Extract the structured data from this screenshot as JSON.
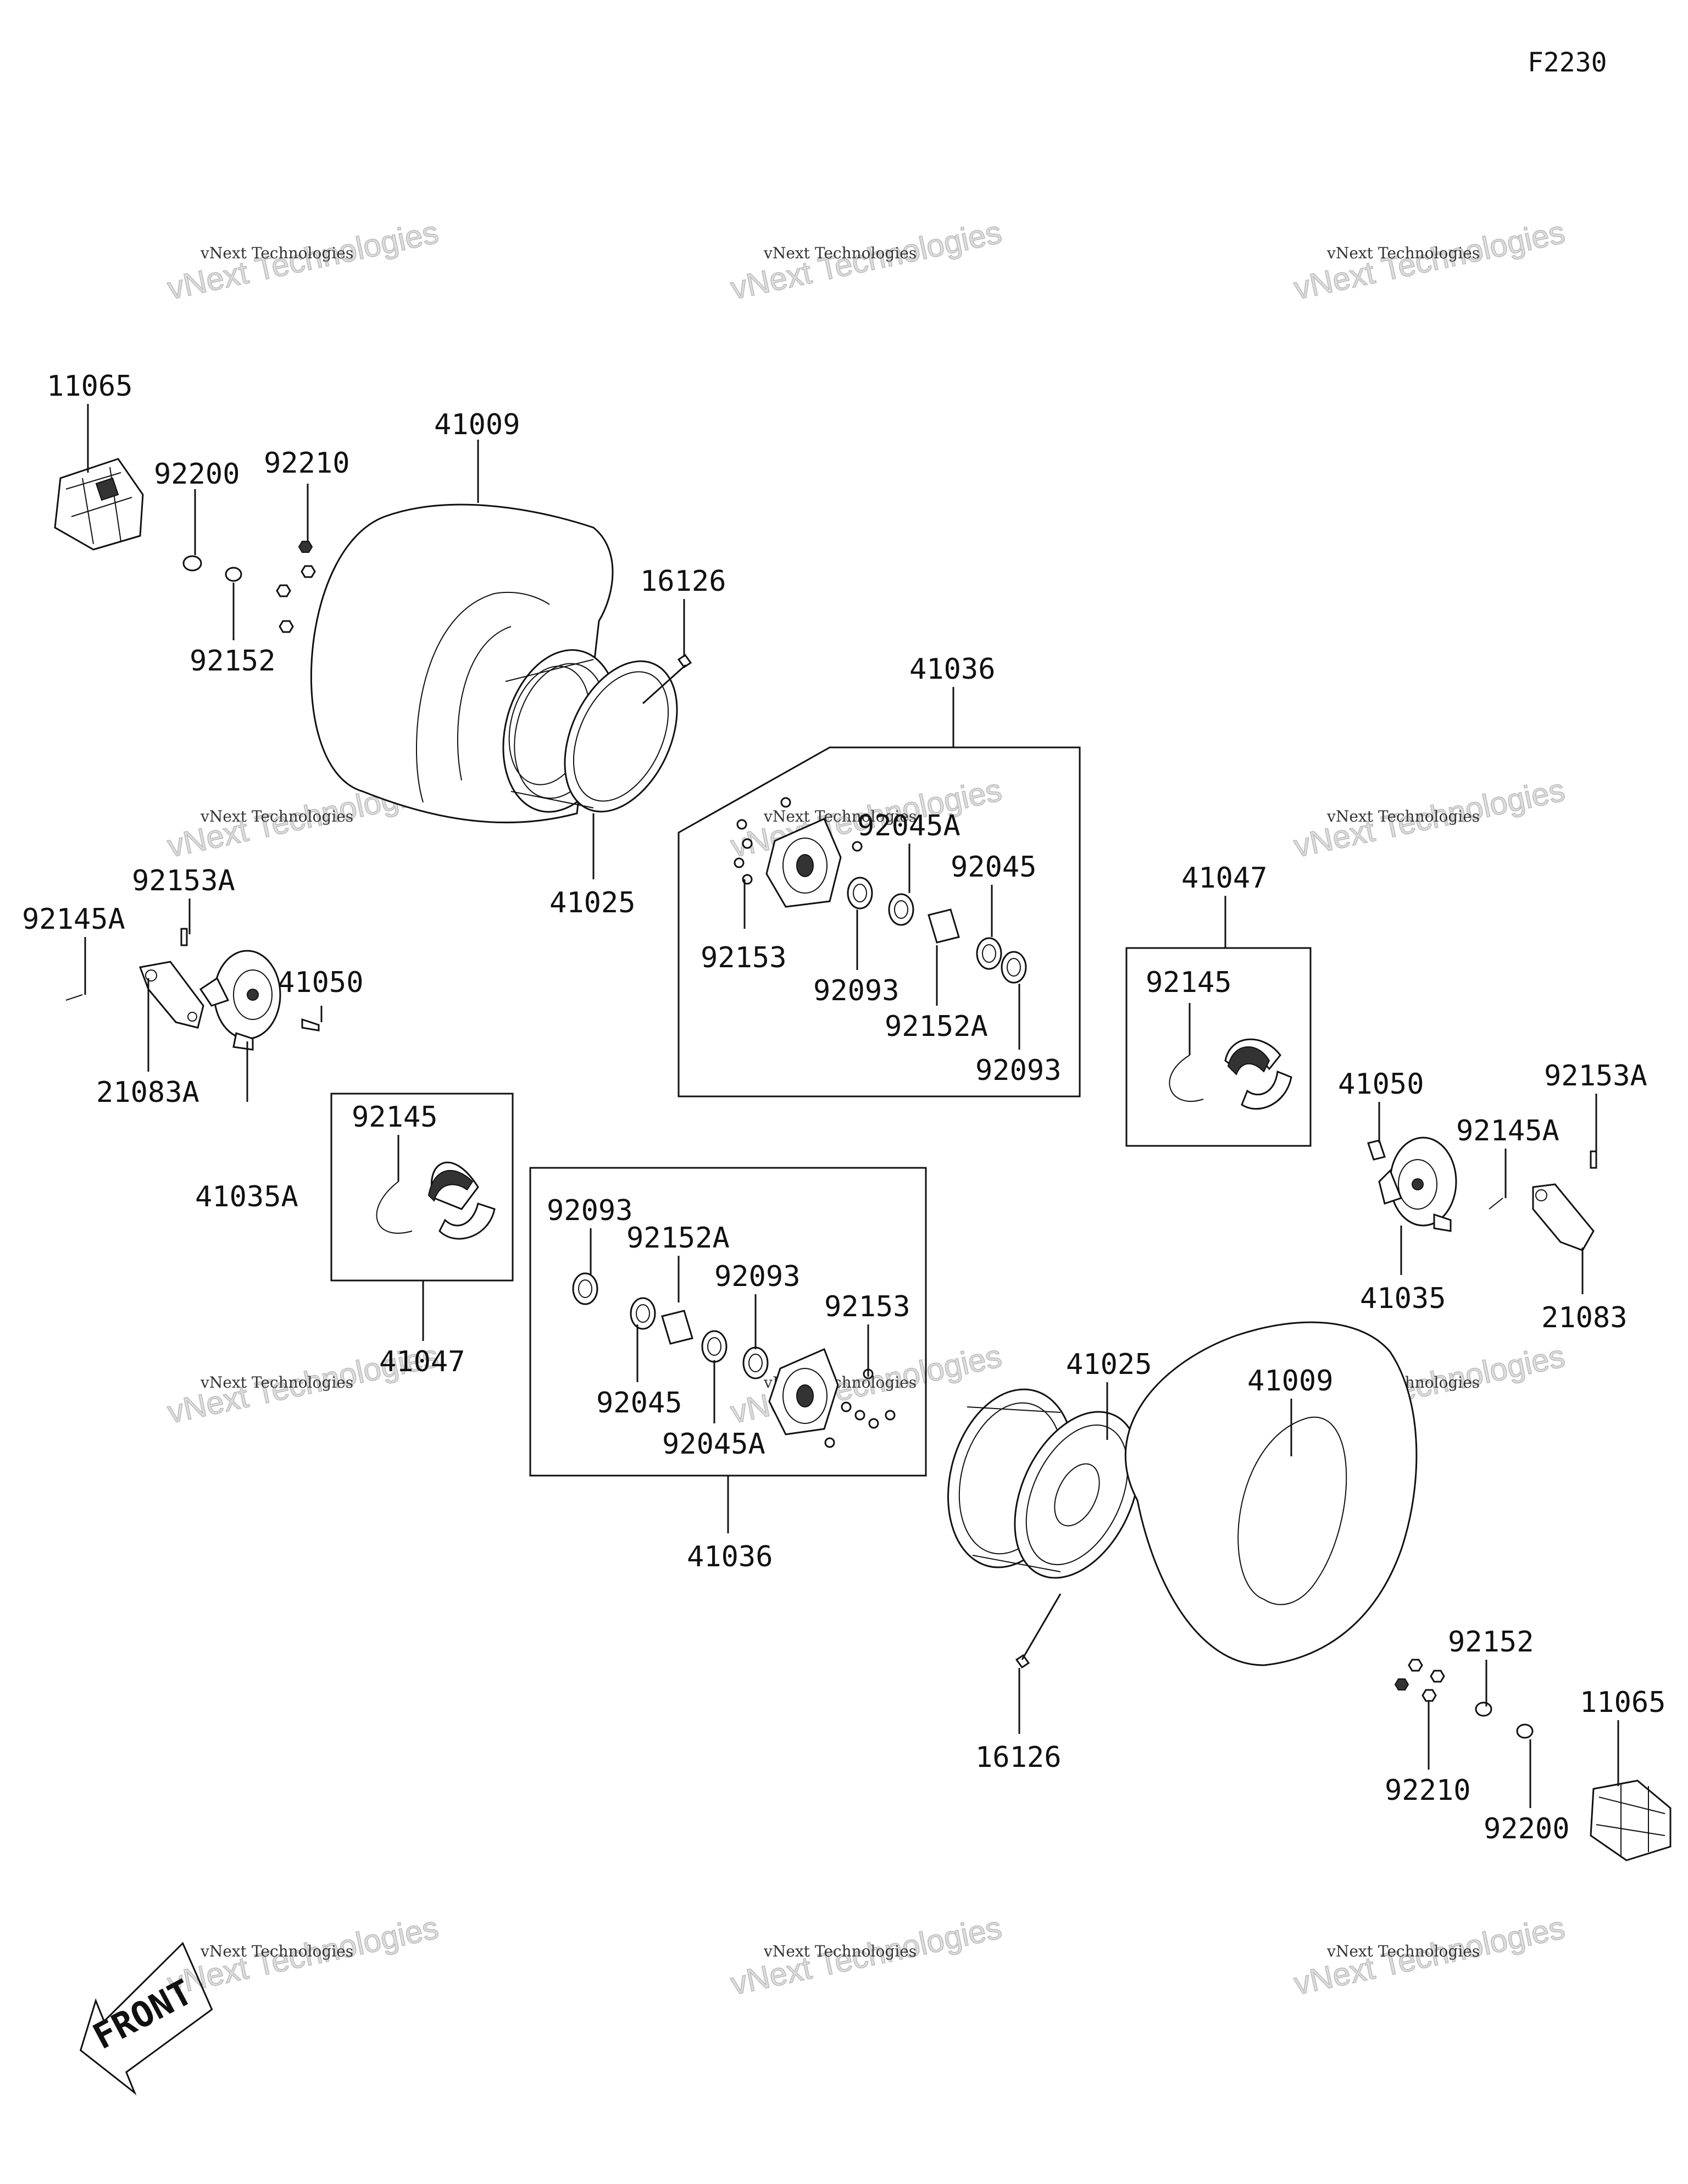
{
  "figure_code": "F2230",
  "watermark": {
    "line1": "vNext Technologies",
    "line2": "vNext Technologies"
  },
  "front_label": "FRONT",
  "labels": {
    "l11065a": "11065",
    "l92200a": "92200",
    "l92210a": "92210",
    "l92152a": "92152",
    "l41009a": "41009",
    "l16126a": "16126",
    "l41025a": "41025",
    "l41036a": "41036",
    "l92045A_1": "92045A",
    "l92045_1": "92045",
    "l92153_1": "92153",
    "l92093_1": "92093",
    "l92152A_1": "92152A",
    "l92093_2": "92093",
    "l41047a": "41047",
    "l92145a": "92145",
    "l92153Aa": "92153A",
    "l92145Aa": "92145A",
    "l41050a": "41050",
    "l21083Aa": "21083A",
    "l41035Aa": "41035A",
    "l92145b": "92145",
    "l41047b": "41047",
    "l92093_3": "92093",
    "l92152A_2": "92152A",
    "l92093_4": "92093",
    "l92153_2": "92153",
    "l92045_2": "92045",
    "l92045A_2": "92045A",
    "l41036b": "41036",
    "l41025b": "41025",
    "l41009b": "41009",
    "l41050b": "41050",
    "l92153Ab": "92153A",
    "l92145Ab": "92145A",
    "l41035b": "41035",
    "l21083b": "21083",
    "l92152b": "92152",
    "l11065b": "11065",
    "l16126b": "16126",
    "l92210b": "92210",
    "l92200b": "92200"
  }
}
